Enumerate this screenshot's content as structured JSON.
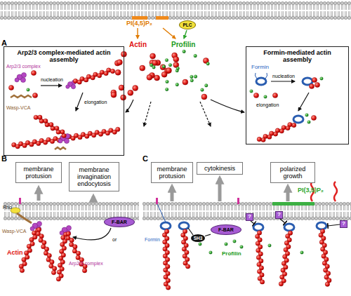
{
  "diagram": {
    "nodes": [
      {
        "text": [
          "PLC"
        ]
      },
      {
        "text": [
          "Arp2/3 complex-mediated actin assembly"
        ]
      },
      {
        "text": [
          "Formin-mediated actin assembly"
        ]
      },
      {
        "text": [
          "membrane protusion"
        ]
      },
      {
        "text": [
          "membrane invagination endocytosis"
        ]
      },
      {
        "text": [
          "membrane protusion"
        ]
      },
      {
        "text": [
          "cytokinesis"
        ]
      },
      {
        "text": [
          "polarized growth"
        ]
      },
      {
        "text": [
          "F-BAR"
        ]
      },
      {
        "text": [
          "?"
        ]
      },
      {
        "text": [
          "?"
        ]
      },
      {
        "text": [
          "?"
        ]
      },
      {
        "text": [
          "SH3"
        ]
      },
      {
        "text": [
          "F-BAR"
        ]
      }
    ],
    "edges": [
      {
        "from": 12,
        "to": 13,
        "arrow": "none"
      }
    ],
    "labels": [
      "A",
      "PI(4,5)P₂",
      "Actin",
      "Profilin",
      "Arp2/3 complex",
      "nucleation",
      "Wasp-VCA",
      "elongation",
      "Formin",
      "nucleation",
      "elongation",
      "B",
      "C",
      "PI(3,5)P₂",
      "Rho",
      "Wasp-VCA",
      "Arp2/3 complex",
      "or",
      "Actin",
      "Formin",
      "Profilin"
    ]
  }
}
